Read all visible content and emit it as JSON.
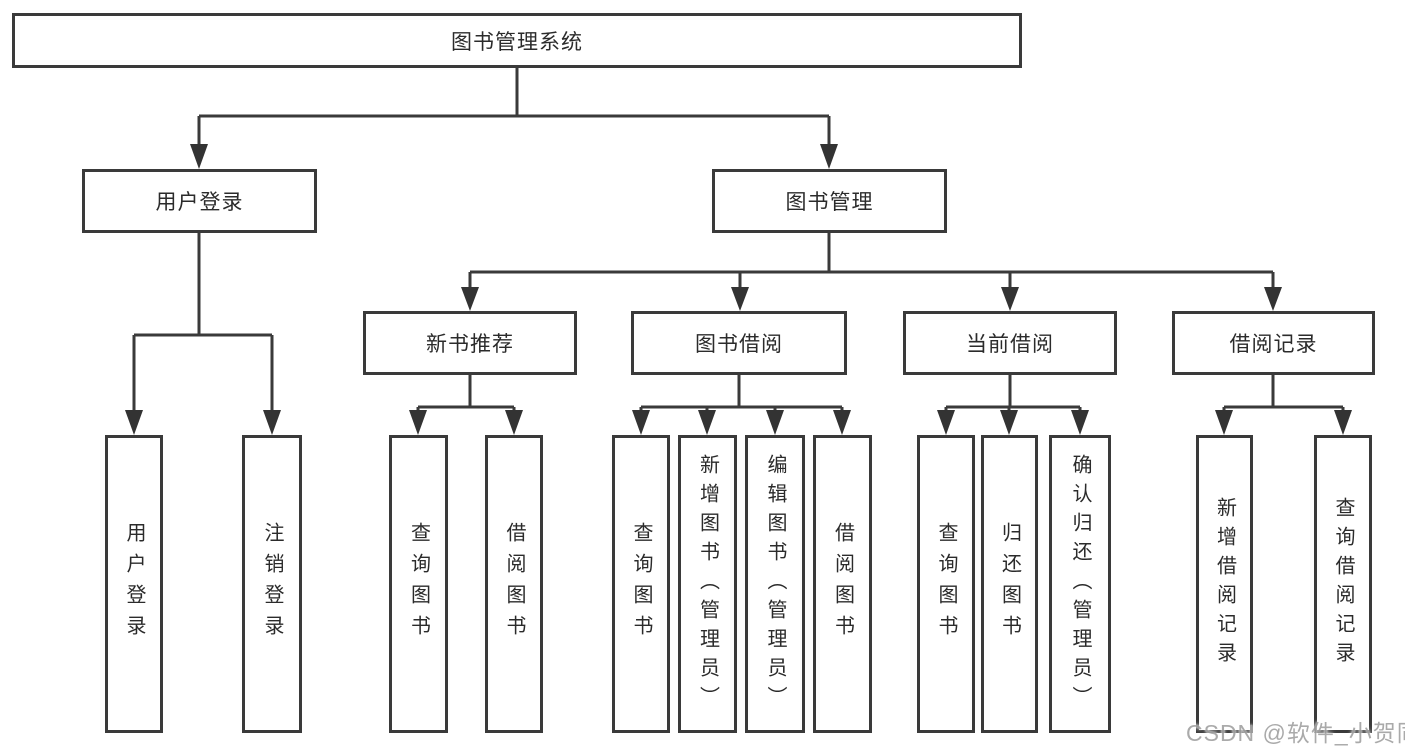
{
  "tree": {
    "label": "图书管理系统",
    "children": [
      {
        "label": "用户登录",
        "children": [
          {
            "label": "用户登录"
          },
          {
            "label": "注销登录"
          }
        ]
      },
      {
        "label": "图书管理",
        "children": [
          {
            "label": "新书推荐",
            "children": [
              {
                "label": "查询图书"
              },
              {
                "label": "借阅图书"
              }
            ]
          },
          {
            "label": "图书借阅",
            "children": [
              {
                "label": "查询图书"
              },
              {
                "label": "新增图书（管理员）"
              },
              {
                "label": "编辑图书（管理员）"
              },
              {
                "label": "借阅图书"
              }
            ]
          },
          {
            "label": "当前借阅",
            "children": [
              {
                "label": "查询图书"
              },
              {
                "label": "归还图书"
              },
              {
                "label": "确认归还（管理员）"
              }
            ]
          },
          {
            "label": "借阅记录",
            "children": [
              {
                "label": "新增借阅记录"
              },
              {
                "label": "查询借阅记录"
              }
            ]
          }
        ]
      }
    ]
  },
  "watermark": {
    "text": "CSDN @软件_小贺同学"
  },
  "colors": {
    "line": "#3a3a3a",
    "box_border": "#3a3a3a",
    "text": "#2b2b2b",
    "watermark": "#a3a3a3",
    "background": "#ffffff"
  }
}
